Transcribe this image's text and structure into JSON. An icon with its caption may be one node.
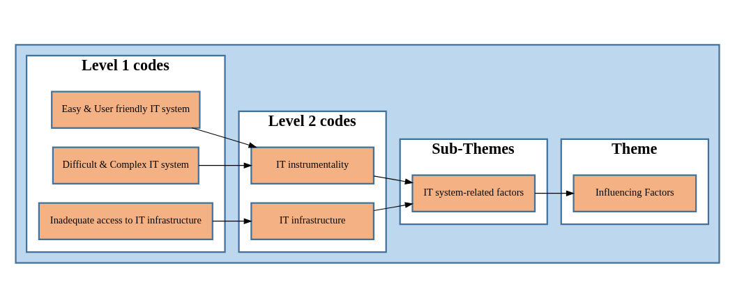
{
  "diagram": {
    "nodes": [
      {
        "text": [],
        "shape": "box"
      },
      {
        "text": [
          "Level 1 codes"
        ],
        "in": 0
      },
      {
        "text": [
          "Easy & User friendly IT system"
        ],
        "in": 1
      },
      {
        "text": [
          "Difficult & Complex IT system"
        ],
        "in": 1
      },
      {
        "text": [
          "Inadequate access to IT infrastructure"
        ],
        "in": 1
      },
      {
        "text": [
          "Level 2 codes"
        ],
        "in": 0
      },
      {
        "text": [
          "IT instrumentality"
        ],
        "in": 5
      },
      {
        "text": [
          "IT infrastructure"
        ],
        "in": 5
      },
      {
        "text": [
          "Sub-Themes"
        ],
        "in": 0
      },
      {
        "text": [
          "IT system-related factors"
        ],
        "in": 8
      },
      {
        "text": [
          "Theme"
        ],
        "in": 0
      },
      {
        "text": [
          "Influencing Factors"
        ],
        "in": 10
      }
    ],
    "edges": [
      {
        "from": 2,
        "to": 6,
        "arrow": "to"
      },
      {
        "from": 3,
        "to": 6,
        "arrow": "to"
      },
      {
        "from": 4,
        "to": 7,
        "arrow": "to"
      },
      {
        "from": 6,
        "to": 9,
        "arrow": "to"
      },
      {
        "from": 7,
        "to": 9,
        "arrow": "to"
      },
      {
        "from": 9,
        "to": 11,
        "arrow": "to"
      }
    ]
  }
}
